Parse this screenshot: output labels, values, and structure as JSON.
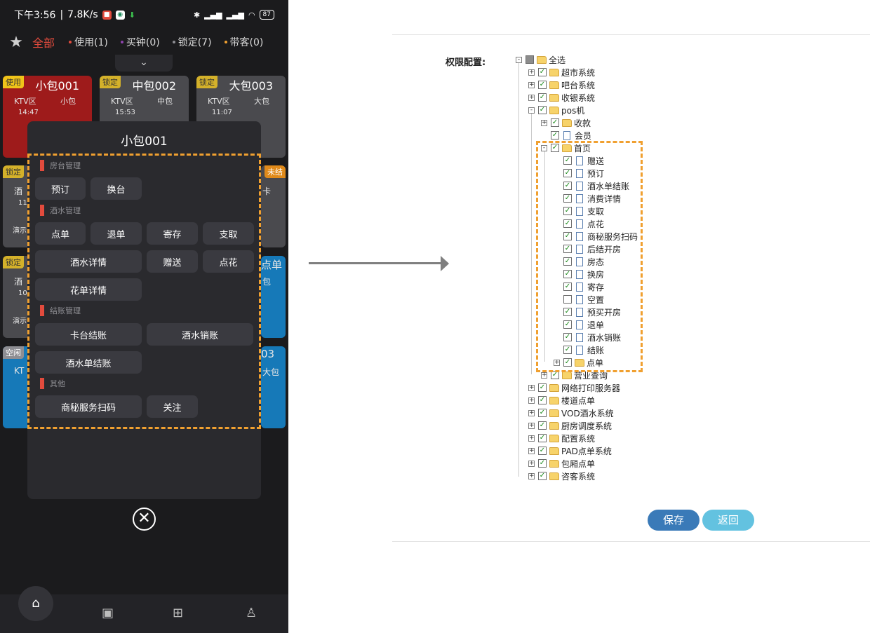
{
  "phone": {
    "status": {
      "time": "下午3:56",
      "speed": "7.8K/s",
      "battery": "87"
    },
    "filters": [
      {
        "label": "全部",
        "active": true
      },
      {
        "label": "使用(1)",
        "dot_color": "#e24b3d"
      },
      {
        "label": "买钟(0)",
        "dot_color": "#8e44ad"
      },
      {
        "label": "锁定(7)",
        "dot_color": "#8e8e93"
      },
      {
        "label": "带客(0)",
        "dot_color": "#f0a030"
      }
    ],
    "rooms": [
      {
        "tag": "使用",
        "name": "小包001",
        "area": "KTV区",
        "type": "小包",
        "time": "14:47"
      },
      {
        "tag": "锁定",
        "name": "中包002",
        "area": "KTV区",
        "type": "中包",
        "time": "15:53"
      },
      {
        "tag": "锁定",
        "name": "大包003",
        "area": "KTV区",
        "type": "大包",
        "time": "11:07"
      }
    ],
    "background_fragments": {
      "row2_left_tag": "锁定",
      "row2_left_a": "酒",
      "row2_left_b": "11",
      "row2_left_c": "演示",
      "row2_right_tag": "未结",
      "row2_right_a": "卡",
      "row3_left_tag": "锁定",
      "row3_left_a": "酒",
      "row3_left_b": "10",
      "row3_left_c": "演示",
      "row3_right_a": "点单",
      "row3_right_b": "包",
      "row4_left_tag": "空闲",
      "row4_left_a": "KT",
      "row4_right_a": "03",
      "row4_right_b": "大包"
    },
    "modal": {
      "title": "小包001",
      "sections": {
        "room_mgmt": "房台管理",
        "drinks_mgmt": "酒水管理",
        "checkout_mgmt": "结账管理",
        "other": "其他"
      },
      "buttons": {
        "reserve": "预订",
        "change_room": "换台",
        "order": "点单",
        "return_order": "退单",
        "store": "寄存",
        "withdraw": "支取",
        "drink_detail": "酒水详情",
        "gift": "赠送",
        "flower": "点花",
        "flower_detail": "花单详情",
        "room_checkout": "卡台结账",
        "drink_writeoff": "酒水销账",
        "drink_bill_checkout": "酒水单结账",
        "secret_scan": "商秘服务扫码",
        "follow": "关注"
      }
    },
    "nav_icons": [
      "home-icon",
      "wallet-icon",
      "add-box-icon",
      "user-icon"
    ]
  },
  "web": {
    "label": "权限配置:",
    "tree": [
      {
        "label": "全选",
        "level": 0,
        "exp": "-",
        "check": "partial",
        "icon": "folder"
      },
      {
        "label": "超市系统",
        "level": 1,
        "exp": "+",
        "check": "checked",
        "icon": "folder"
      },
      {
        "label": "吧台系统",
        "level": 1,
        "exp": "+",
        "check": "checked",
        "icon": "folder"
      },
      {
        "label": "收银系统",
        "level": 1,
        "exp": "+",
        "check": "checked",
        "icon": "folder"
      },
      {
        "label": "pos机",
        "level": 1,
        "exp": "-",
        "check": "checked",
        "icon": "folder"
      },
      {
        "label": "收款",
        "level": 2,
        "exp": "+",
        "check": "checked",
        "icon": "folder"
      },
      {
        "label": "会员",
        "level": 2,
        "exp": "",
        "check": "checked",
        "icon": "doc"
      },
      {
        "label": "首页",
        "level": 2,
        "exp": "-",
        "check": "checked",
        "icon": "folder"
      },
      {
        "label": "赠送",
        "level": 3,
        "exp": "",
        "check": "checked",
        "icon": "doc"
      },
      {
        "label": "预订",
        "level": 3,
        "exp": "",
        "check": "checked",
        "icon": "doc"
      },
      {
        "label": "酒水单结账",
        "level": 3,
        "exp": "",
        "check": "checked",
        "icon": "doc"
      },
      {
        "label": "消费详情",
        "level": 3,
        "exp": "",
        "check": "checked",
        "icon": "doc"
      },
      {
        "label": "支取",
        "level": 3,
        "exp": "",
        "check": "checked",
        "icon": "doc"
      },
      {
        "label": "点花",
        "level": 3,
        "exp": "",
        "check": "checked",
        "icon": "doc"
      },
      {
        "label": "商秘服务扫码",
        "level": 3,
        "exp": "",
        "check": "checked",
        "icon": "doc"
      },
      {
        "label": "后结开房",
        "level": 3,
        "exp": "",
        "check": "checked",
        "icon": "doc"
      },
      {
        "label": "房态",
        "level": 3,
        "exp": "",
        "check": "checked",
        "icon": "doc"
      },
      {
        "label": "换房",
        "level": 3,
        "exp": "",
        "check": "checked",
        "icon": "doc"
      },
      {
        "label": "寄存",
        "level": 3,
        "exp": "",
        "check": "checked",
        "icon": "doc"
      },
      {
        "label": "空置",
        "level": 3,
        "exp": "",
        "check": "unchecked",
        "icon": "doc"
      },
      {
        "label": "预买开房",
        "level": 3,
        "exp": "",
        "check": "checked",
        "icon": "doc"
      },
      {
        "label": "退单",
        "level": 3,
        "exp": "",
        "check": "checked",
        "icon": "doc"
      },
      {
        "label": "酒水销账",
        "level": 3,
        "exp": "",
        "check": "checked",
        "icon": "doc"
      },
      {
        "label": "结账",
        "level": 3,
        "exp": "",
        "check": "checked",
        "icon": "doc"
      },
      {
        "label": "点单",
        "level": 3,
        "exp": "+",
        "check": "checked",
        "icon": "folder"
      },
      {
        "label": "营业查询",
        "level": 2,
        "exp": "+",
        "check": "checked",
        "icon": "folder"
      },
      {
        "label": "网络打印服务器",
        "level": 1,
        "exp": "+",
        "check": "checked",
        "icon": "folder"
      },
      {
        "label": "楼道点单",
        "level": 1,
        "exp": "+",
        "check": "checked",
        "icon": "folder"
      },
      {
        "label": "VOD酒水系统",
        "level": 1,
        "exp": "+",
        "check": "checked",
        "icon": "folder"
      },
      {
        "label": "厨房调度系统",
        "level": 1,
        "exp": "+",
        "check": "checked",
        "icon": "folder"
      },
      {
        "label": "配置系统",
        "level": 1,
        "exp": "+",
        "check": "checked",
        "icon": "folder"
      },
      {
        "label": "PAD点单系统",
        "level": 1,
        "exp": "+",
        "check": "checked",
        "icon": "folder"
      },
      {
        "label": "包厢点单",
        "level": 1,
        "exp": "+",
        "check": "checked",
        "icon": "folder"
      },
      {
        "label": "咨客系统",
        "level": 1,
        "exp": "+",
        "check": "checked",
        "icon": "folder"
      }
    ],
    "buttons": {
      "save": "保存",
      "back": "返回"
    }
  },
  "colors": {
    "accent_red": "#e24b3d",
    "highlight_dash": "#f0a030",
    "save_blue": "#3a7ab8",
    "back_blue": "#63c2e0"
  }
}
